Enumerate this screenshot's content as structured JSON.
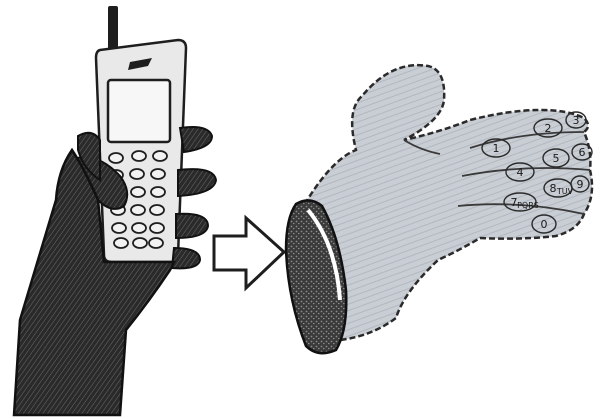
{
  "glove_keys": [
    "1",
    "2",
    "3",
    "4",
    "5",
    "6",
    "7",
    "8",
    "9",
    "0"
  ],
  "glove_key_subscripts": {
    "7": "PQRS",
    "8": "TUV"
  },
  "colors": {
    "ink": "#1e1e1e",
    "glove_fill": "#c9cdd4",
    "glove_stripe": "#a9adb5",
    "cuff": "#3a3a3a",
    "paper": "#ffffff"
  }
}
